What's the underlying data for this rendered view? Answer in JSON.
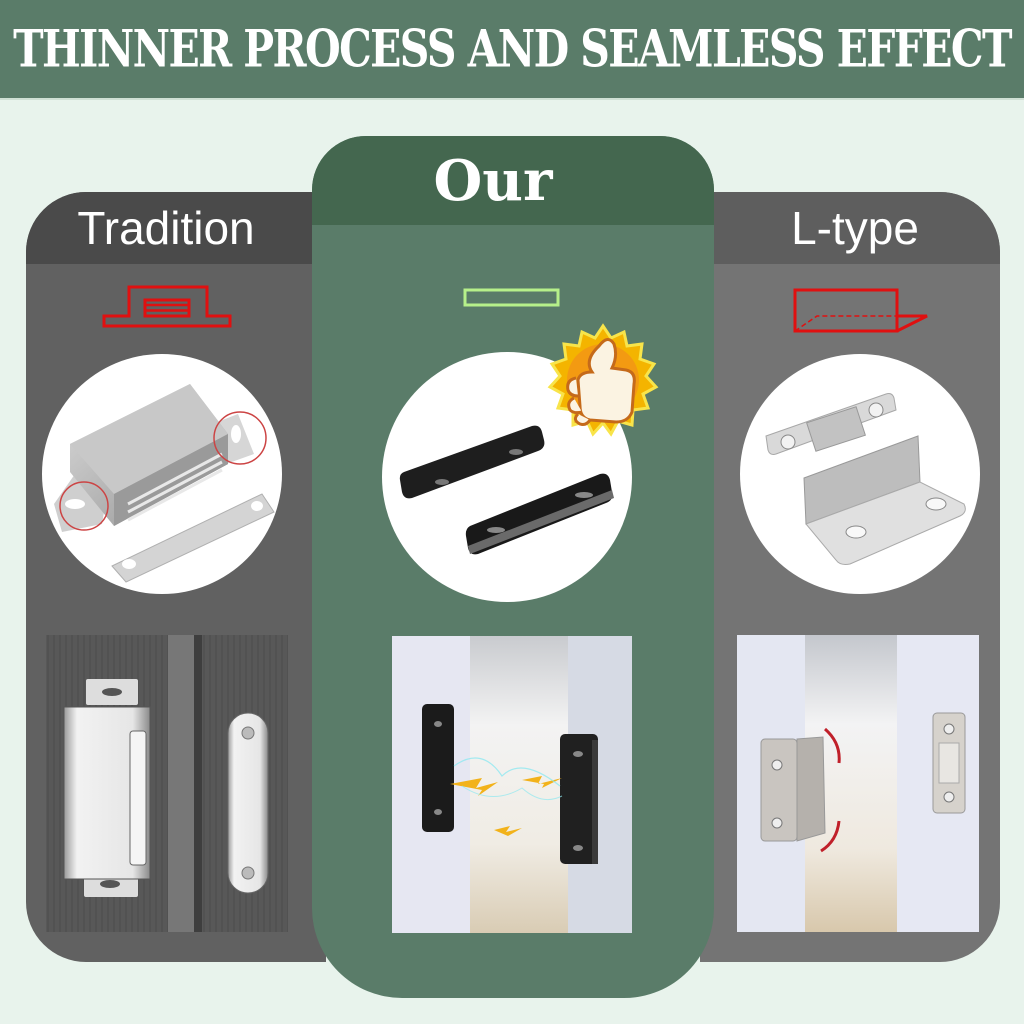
{
  "banner": {
    "title": "THINNER PROCESS AND SEAMLESS EFFECT",
    "background": "#5a7c69"
  },
  "columns": [
    {
      "id": "tradition",
      "label": "Tradition",
      "header_color": "#4a4a4a",
      "panel_color": "#616161",
      "diagram": "thick-bulky-profile-icon",
      "diagram_color": "#e01010",
      "product_image": "stainless-box-magnetic-catch-with-strike-plate",
      "install_photo": "box-catch-mounted-on-dark-wood-cabinet"
    },
    {
      "id": "our",
      "label": "Our",
      "header_color": "#44674f",
      "panel_color": "#5a7c69",
      "diagram": "thin-flat-profile-icon",
      "diagram_color": "#b6f08a",
      "badge": "thumbs-up-badge",
      "product_image": "black-ultra-thin-magnet-pair",
      "install_photo": "thin-black-magnets-on-white-cabinet-door"
    },
    {
      "id": "l-type",
      "label": "L-type",
      "header_color": "#5e5e5e",
      "panel_color": "#747474",
      "diagram": "l-bracket-profile-icon",
      "diagram_color": "#e01010",
      "product_image": "l-bracket-magnetic-catch",
      "install_photo": "l-bracket-catch-on-white-cabinet-door"
    }
  ]
}
